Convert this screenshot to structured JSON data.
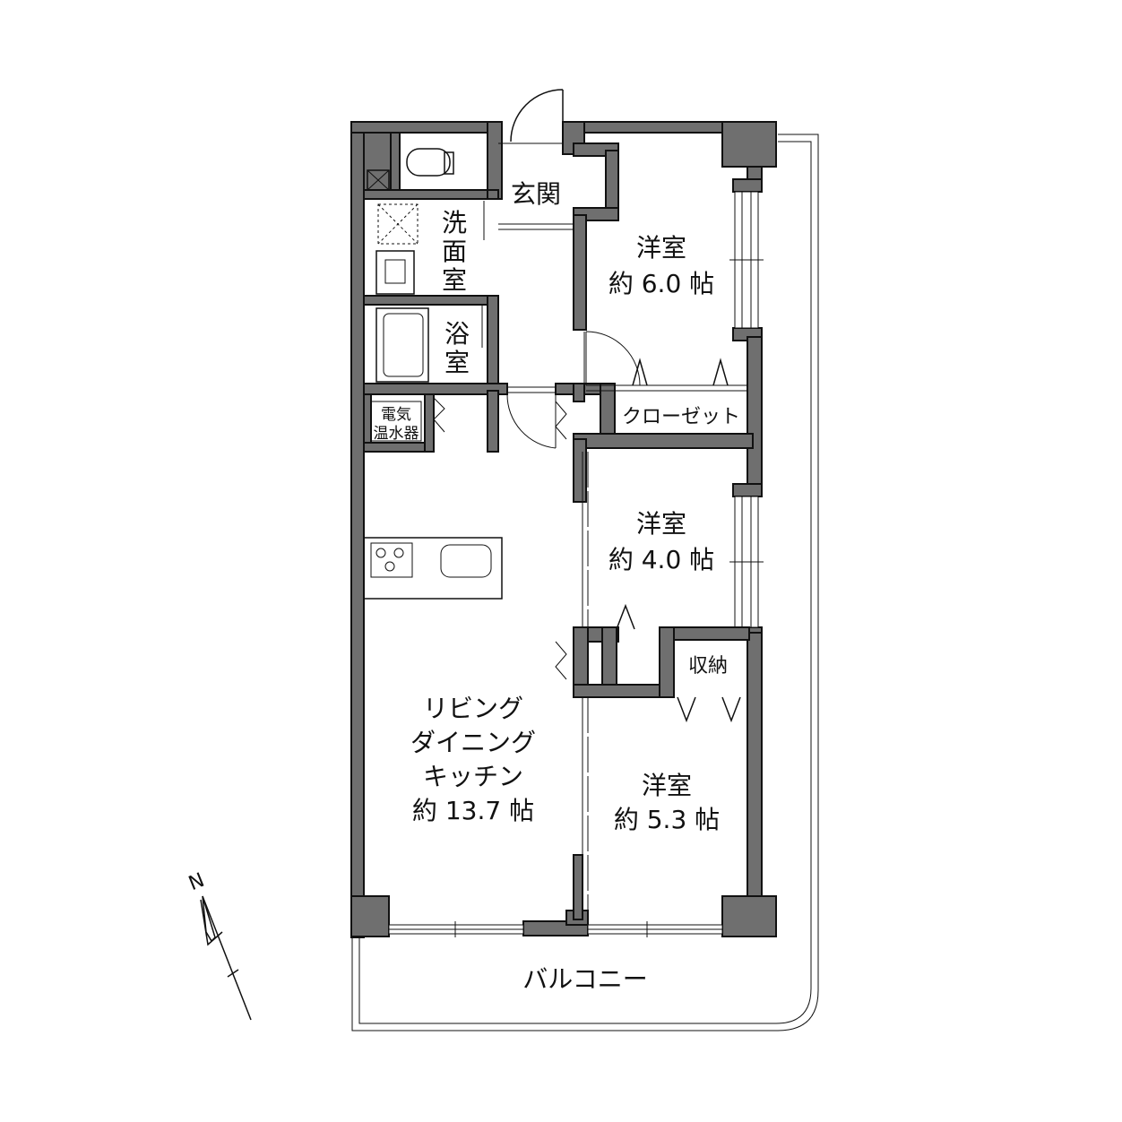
{
  "rooms": {
    "genkan": "玄関",
    "senmen_1": "洗",
    "senmen_2": "面",
    "senmen_3": "室",
    "yoku_1": "浴",
    "yoku_2": "室",
    "denki_1": "電気",
    "denki_2": "温水器",
    "closet": "クローゼット",
    "shuno": "収納",
    "room1_name": "洋室",
    "room1_size": "約 6.0 帖",
    "room2_name": "洋室",
    "room2_size": "約 4.0 帖",
    "room3_name": "洋室",
    "room3_size": "約 5.3 帖",
    "ldk_1": "リビング",
    "ldk_2": "ダイニング",
    "ldk_3": "キッチン",
    "ldk_size": "約 13.7 帖",
    "balcony": "バルコニー"
  },
  "compass": {
    "north": "N"
  }
}
